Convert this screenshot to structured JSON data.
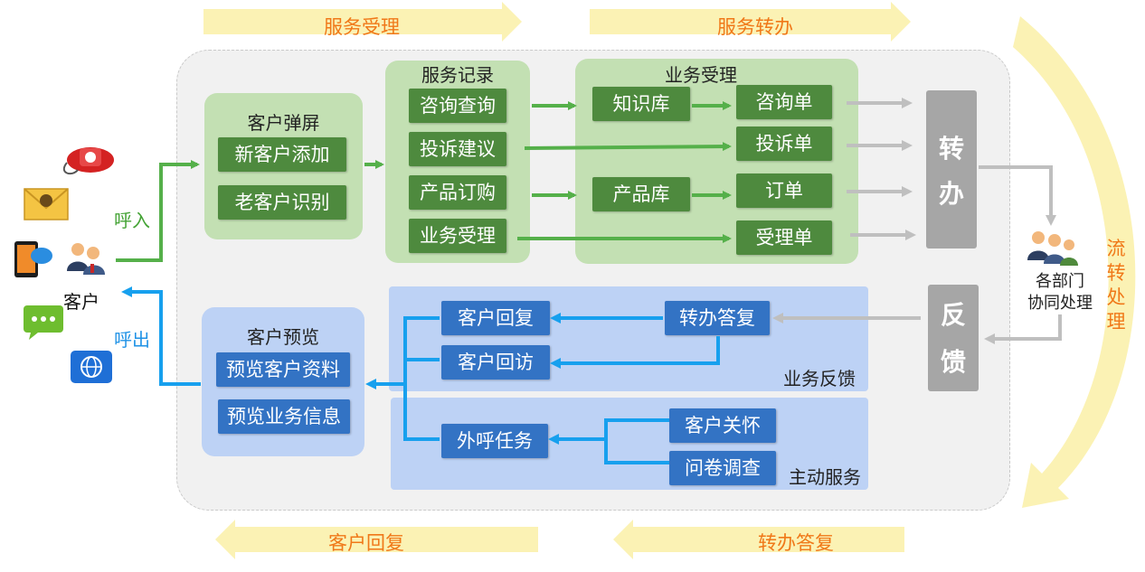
{
  "top_arrows": {
    "left": "服务受理",
    "right": "服务转办"
  },
  "bottom_arrows": {
    "left": "客户回复",
    "right": "转办答复"
  },
  "side_arrow_text": "流转处理",
  "customer": {
    "label": "客户",
    "call_in": "呼入",
    "call_out": "呼出"
  },
  "popup": {
    "title": "客户弹屏",
    "items": [
      "新客户添加",
      "老客户识别"
    ]
  },
  "record": {
    "title": "服务记录",
    "items": [
      "咨询查询",
      "投诉建议",
      "产品订购",
      "业务受理"
    ]
  },
  "accept": {
    "title": "业务受理",
    "kb1": "知识库",
    "kb2": "产品库",
    "orders": [
      "咨询单",
      "投诉单",
      "订单",
      "受理单"
    ]
  },
  "transfer": {
    "c1": "转",
    "c2": "办"
  },
  "feedback_col": {
    "c1": "反",
    "c2": "馈"
  },
  "depts": "各部门\n协同处理",
  "preview": {
    "title": "客户预览",
    "items": [
      "预览客户资料",
      "预览业务信息"
    ]
  },
  "biz_feedback": {
    "label": "业务反馈",
    "reply": "客户回复",
    "visit": "客户回访",
    "transfer_reply": "转办答复"
  },
  "proactive": {
    "label": "主动服务",
    "task": "外呼任务",
    "care": "客户关怀",
    "survey": "问卷调查"
  },
  "colors": {
    "green_btn": "#4e8a3e",
    "blue_btn": "#3373c4",
    "green_panel": "#c3e0b3",
    "blue_panel": "#bdd2f5",
    "orange": "#f07818",
    "yellow": "#fbf2b4"
  }
}
